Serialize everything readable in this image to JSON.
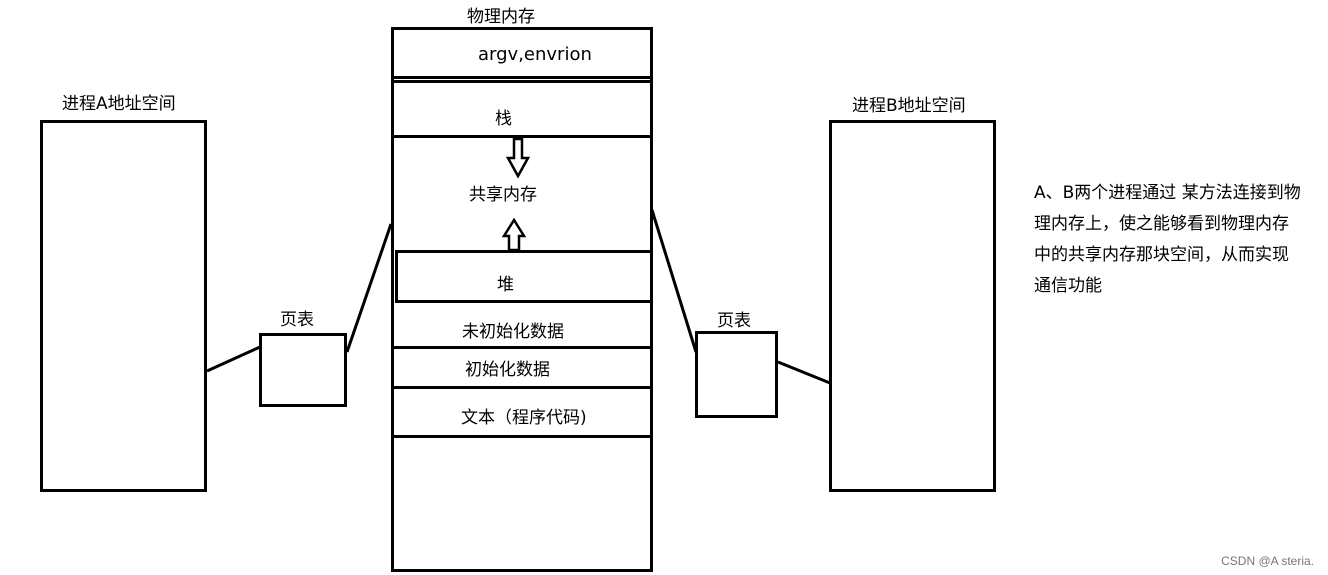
{
  "physical_memory": {
    "title": "物理内存",
    "segments": {
      "args": "argv,envrion",
      "stack": "栈",
      "shared": "共享内存",
      "heap": "堆",
      "bss": "未初始化数据",
      "data": "初始化数据",
      "text": "文本（程序代码)"
    }
  },
  "process_a": {
    "title": "进程A地址空间",
    "page_table": "页表"
  },
  "process_b": {
    "title": "进程B地址空间",
    "page_table": "页表"
  },
  "note": "A、B两个进程通过 某方法连接到物\n理内存上，使之能够看到物理内存\n中的共享内存那块空间，从而实现\n通信功能",
  "watermark": "CSDN @A steria."
}
